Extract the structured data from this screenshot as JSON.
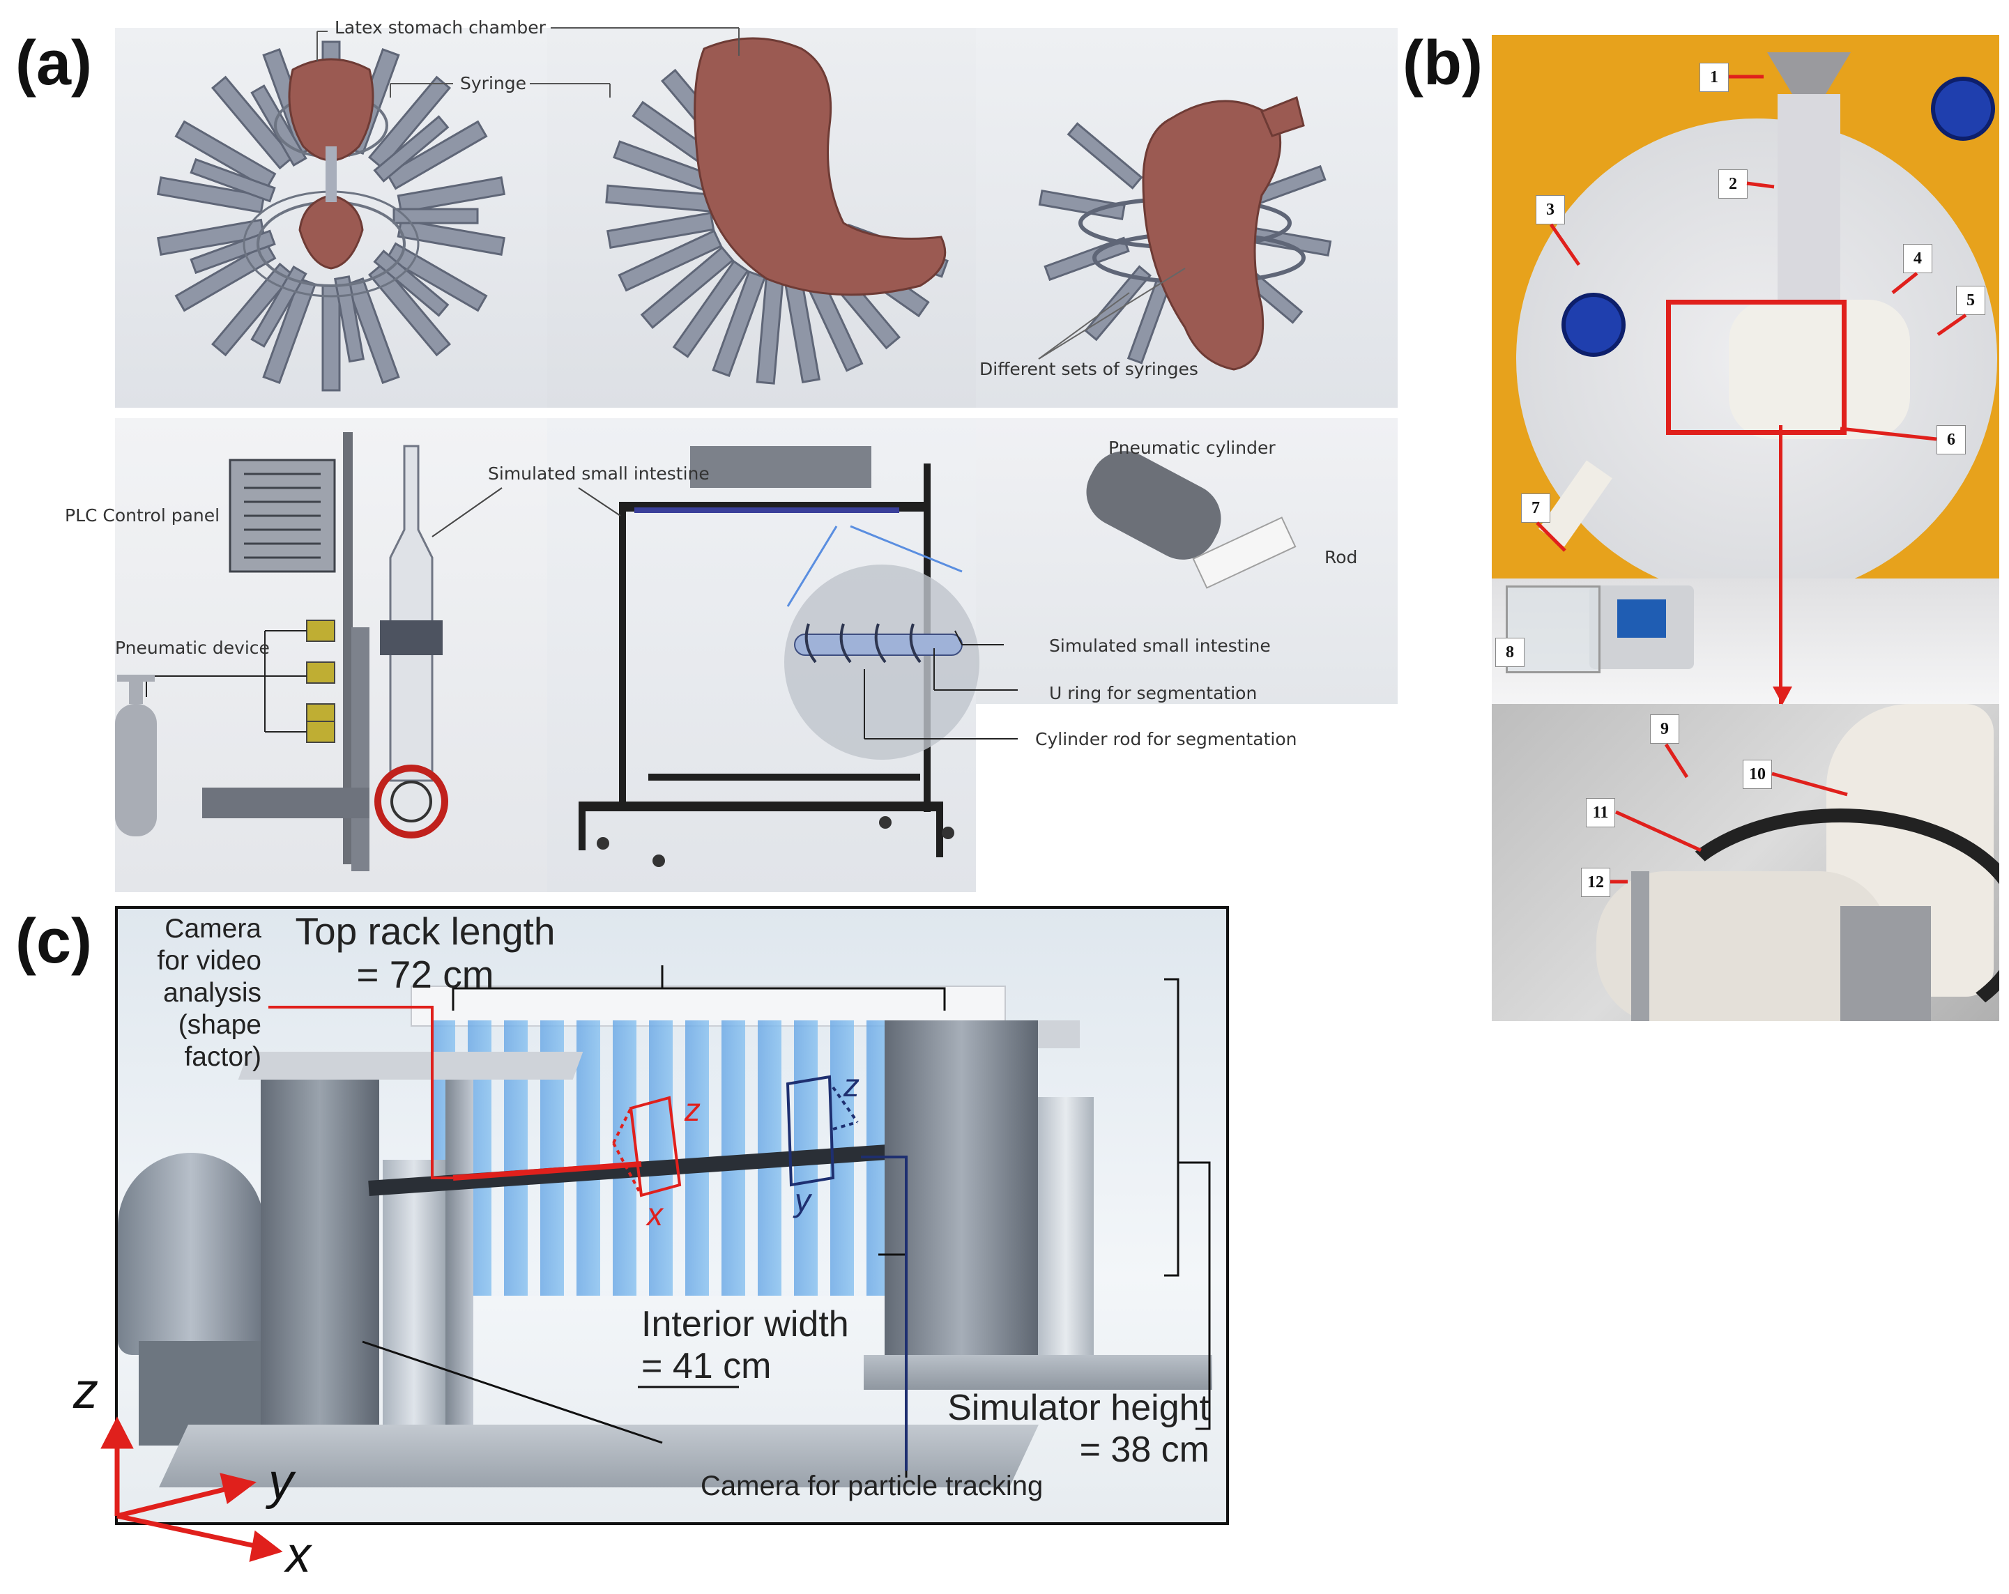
{
  "panels": {
    "a": {
      "letter": "(a)",
      "labels": {
        "latex_stomach_chamber": "Latex stomach chamber",
        "syringe": "Syringe",
        "different_sets_of_syringes": "Different sets of syringes",
        "plc_control_panel": "PLC Control panel",
        "simulated_small_intestine_top": "Simulated small intestine",
        "pneumatic_cylinder": "Pneumatic cylinder",
        "rod": "Rod",
        "pneumatic_device": "Pneumatic device",
        "simulated_small_intestine": "Simulated small intestine",
        "u_ring_for_segmentation": "U ring for segmentation",
        "cylinder_rod_for_segmentation": "Cylinder rod for segmentation"
      }
    },
    "b": {
      "letter": "(b)",
      "numbers": [
        "1",
        "2",
        "3",
        "4",
        "5",
        "6",
        "7",
        "8",
        "9",
        "10",
        "11",
        "12"
      ]
    },
    "c": {
      "letter": "(c)",
      "labels": {
        "camera_video_line1": "Camera",
        "camera_video_line2": "for video",
        "camera_video_line3": "analysis",
        "camera_video_line4": "(shape",
        "camera_video_line5": "factor)",
        "top_rack_line1": "Top rack length",
        "top_rack_line2": "= 72 cm",
        "interior_width_line1": "Interior width",
        "interior_width_line2": "= 41 cm",
        "simulator_height_line1": "Simulator height",
        "simulator_height_line2": "= 38 cm",
        "camera_particle": "Camera for particle tracking",
        "axis_z_red": "z",
        "axis_x_red": "x",
        "axis_z_blue": "z",
        "axis_y_blue": "y",
        "axis_z": "z",
        "axis_y": "y",
        "axis_x": "x"
      }
    }
  },
  "colors": {
    "stomach": "#9b5a52",
    "syringe": "#8f96a6",
    "frame": "#2a2a2a",
    "cabinet_orange": "#e7a21c",
    "red_accent": "#e0201c",
    "blue_accent": "#1e3f8a",
    "tube_blue": "#8ec3ea"
  }
}
